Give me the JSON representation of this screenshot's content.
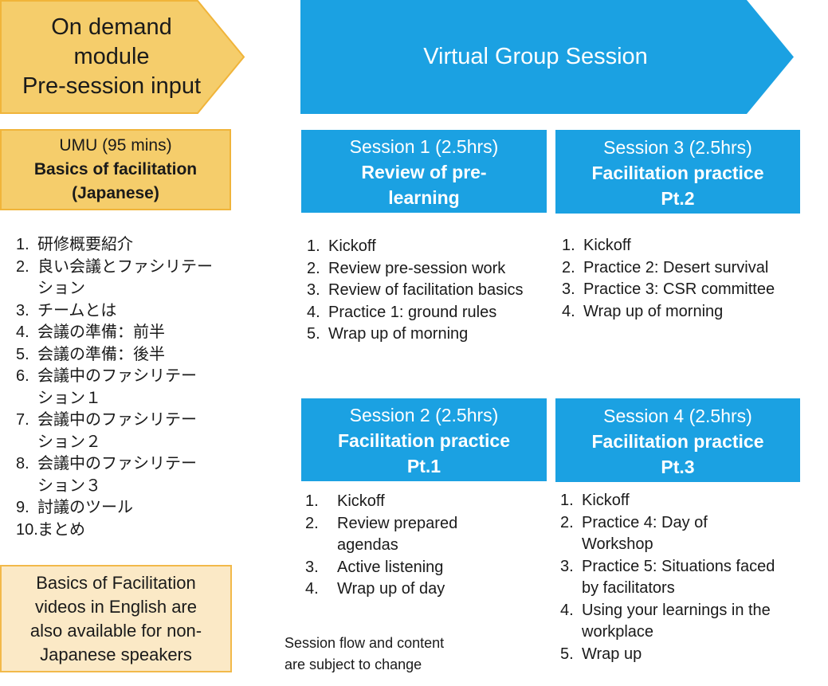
{
  "arrows": {
    "left_lines": [
      "On demand",
      "module",
      "Pre-session input"
    ],
    "right": "Virtual Group Session"
  },
  "colors": {
    "orange_fill": "#f5cd6b",
    "orange_border": "#f0b43a",
    "light_orange": "#fbe9c6",
    "blue": "#1ba1e2"
  },
  "umu": {
    "line1": "UMU (95 mins)",
    "line2": "Basics of facilitation",
    "line3": "(Japanese)"
  },
  "jp_list": [
    {
      "num": "1.",
      "lines": [
        "研修概要紹介"
      ]
    },
    {
      "num": "2.",
      "lines": [
        "良い会議とファシリテー",
        "ション"
      ]
    },
    {
      "num": "3.",
      "lines": [
        "チームとは"
      ]
    },
    {
      "num": "4.",
      "lines": [
        "会議の準備：前半"
      ]
    },
    {
      "num": "5.",
      "lines": [
        "会議の準備：後半"
      ]
    },
    {
      "num": "6.",
      "lines": [
        "会議中のファシリテー",
        "ション１"
      ]
    },
    {
      "num": "7.",
      "lines": [
        "会議中のファシリテー",
        "ション２"
      ]
    },
    {
      "num": "8.",
      "lines": [
        "会議中のファシリテー",
        "ション３"
      ]
    },
    {
      "num": "9.",
      "lines": [
        "討議のツール"
      ]
    },
    {
      "num": "10.",
      "lines": [
        "まとめ"
      ]
    }
  ],
  "note": {
    "lines": [
      "Basics of Facilitation",
      "videos in English are",
      "also available for non-",
      "Japanese speakers"
    ]
  },
  "sessions": {
    "s1": {
      "header": "Session 1 (2.5hrs)",
      "title_lines": [
        "Review of pre-",
        "learning"
      ],
      "items": [
        {
          "num": "1.",
          "lines": [
            "Kickoff"
          ]
        },
        {
          "num": "2.",
          "lines": [
            "Review pre-session work"
          ]
        },
        {
          "num": "3.",
          "lines": [
            "Review of facilitation basics"
          ]
        },
        {
          "num": "4.",
          "lines": [
            "Practice 1: ground rules"
          ]
        },
        {
          "num": "5.",
          "lines": [
            "Wrap up of morning"
          ]
        }
      ]
    },
    "s3": {
      "header": "Session 3 (2.5hrs)",
      "title_lines": [
        "Facilitation practice",
        "Pt.2"
      ],
      "items": [
        {
          "num": "1.",
          "lines": [
            "Kickoff"
          ]
        },
        {
          "num": "2.",
          "lines": [
            "Practice 2: Desert survival"
          ]
        },
        {
          "num": "3.",
          "lines": [
            "Practice 3: CSR committee"
          ]
        },
        {
          "num": "4.",
          "lines": [
            "Wrap up of morning"
          ]
        }
      ]
    },
    "s2": {
      "header": "Session 2 (2.5hrs)",
      "title_lines": [
        "Facilitation practice",
        "Pt.1"
      ],
      "items": [
        {
          "num": "1.",
          "lines": [
            "Kickoff"
          ]
        },
        {
          "num": "2.",
          "lines": [
            "Review prepared",
            "agendas"
          ]
        },
        {
          "num": "3.",
          "lines": [
            "Active listening"
          ]
        },
        {
          "num": "4.",
          "lines": [
            "Wrap up of day"
          ]
        }
      ]
    },
    "s4": {
      "header": "Session 4 (2.5hrs)",
      "title_lines": [
        "Facilitation practice",
        "Pt.3"
      ],
      "items": [
        {
          "num": "1.",
          "lines": [
            "Kickoff"
          ]
        },
        {
          "num": "2.",
          "lines": [
            "Practice 4: Day of",
            "Workshop"
          ]
        },
        {
          "num": "3.",
          "lines": [
            "Practice 5: Situations faced",
            "by facilitators"
          ]
        },
        {
          "num": "4.",
          "lines": [
            "Using your learnings in the",
            "workplace"
          ]
        },
        {
          "num": "5.",
          "lines": [
            "Wrap up"
          ]
        }
      ]
    }
  },
  "disclaimer": {
    "lines": [
      "Session flow and content",
      "are subject to change"
    ]
  }
}
